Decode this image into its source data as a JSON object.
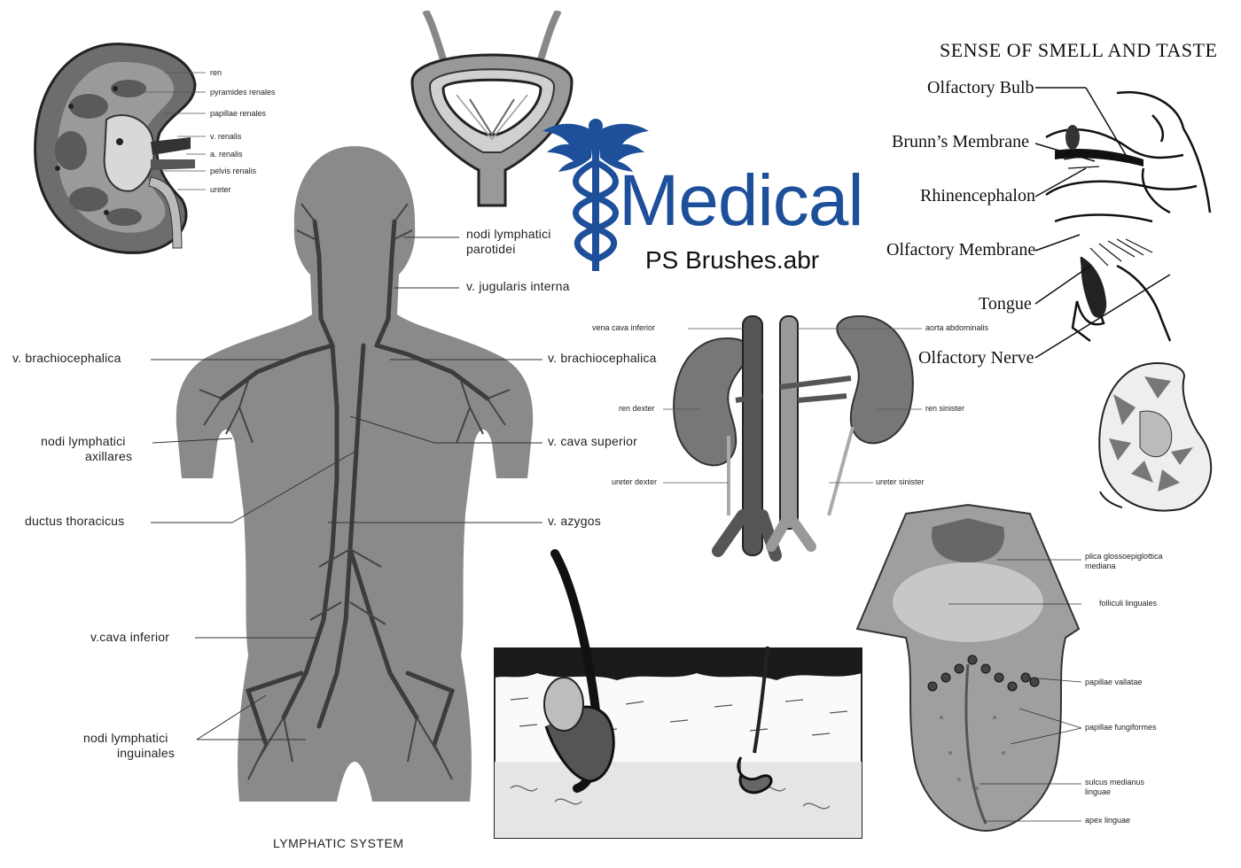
{
  "brand": {
    "title": "Medical",
    "subtitle": "PS Brushes.abr",
    "accent": "#1d4f9a"
  },
  "kidney_section": [
    "ren",
    "pyramides renales",
    "papillae renales",
    "v. renalis",
    "a. renalis",
    "pelvis renalis",
    "ureter"
  ],
  "lymphatic": {
    "caption": "LYMPHATIC SYSTEM",
    "labels": {
      "parotidei": [
        "nodi lymphatici",
        "parotidei"
      ],
      "jugularis": "v. jugularis interna",
      "brachio_left": "v. brachiocephalica",
      "brachio_right": "v. brachiocephalica",
      "axillares": [
        "nodi lymphatici",
        "axillares"
      ],
      "cava_superior": "v. cava superior",
      "thoracicus": "ductus thoracicus",
      "azygos": "v. azygos",
      "cava_inferior": "v.cava inferior",
      "inguinales": [
        "nodi lymphatici",
        "inguinales"
      ]
    }
  },
  "kidneys_pair": [
    "vena cava inferior",
    "aorta abdominalis",
    "ren dexter",
    "ren sinister",
    "ureter dexter",
    "ureter sinister"
  ],
  "smell_taste": {
    "title": "SENSE OF SMELL AND TASTE",
    "labels": [
      "Olfactory Bulb",
      "Brunn’s Membrane",
      "Rhinencephalon",
      "Olfactory Membrane",
      "Tongue",
      "Olfactory Nerve"
    ]
  },
  "tongue": [
    "plica glossoepiglottica",
    "mediana",
    "folliculi linguales",
    "papillae vallatae",
    "papillae fungiformes",
    "sulcus medianus",
    "linguae",
    "apex linguae"
  ]
}
